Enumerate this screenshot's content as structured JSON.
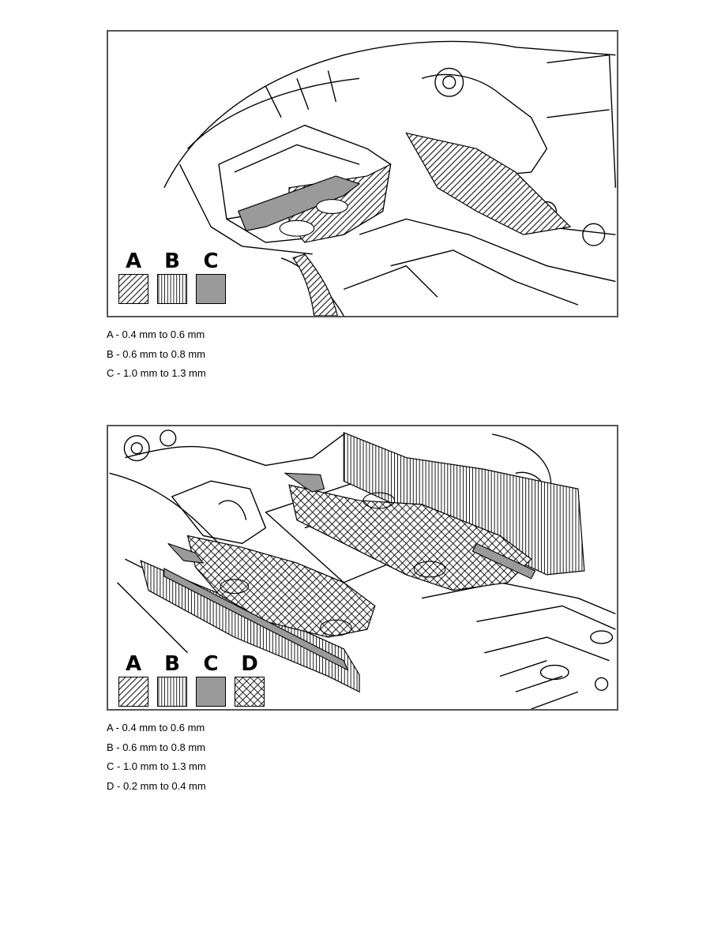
{
  "figures": [
    {
      "legend": [
        {
          "letter": "A",
          "pattern": "diagonal-hatch"
        },
        {
          "letter": "B",
          "pattern": "vertical-lines"
        },
        {
          "letter": "C",
          "pattern": "solid-gray"
        }
      ],
      "captions": [
        "A - 0.4 mm to 0.6 mm",
        "B - 0.6 mm to 0.8 mm",
        "C - 1.0 mm to 1.3 mm"
      ]
    },
    {
      "legend": [
        {
          "letter": "A",
          "pattern": "diagonal-hatch"
        },
        {
          "letter": "B",
          "pattern": "vertical-lines"
        },
        {
          "letter": "C",
          "pattern": "solid-gray"
        },
        {
          "letter": "D",
          "pattern": "crosshatch"
        }
      ],
      "captions": [
        "A - 0.4 mm to 0.6 mm",
        "B - 0.6 mm to 0.8 mm",
        "C - 1.0 mm to 1.3 mm",
        "D - 0.2 mm to 0.4 mm"
      ]
    }
  ],
  "colors": {
    "gray_fill": "#9a9a9a",
    "line": "#000000",
    "frame": "#555555"
  }
}
